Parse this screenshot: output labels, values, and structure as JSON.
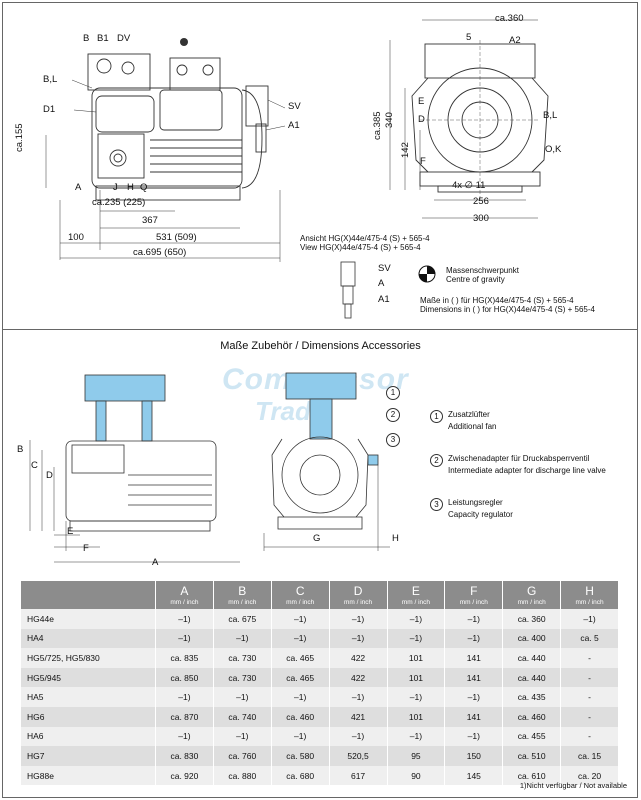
{
  "top_left_labels": {
    "B": "B",
    "B1": "B1",
    "DV": "DV",
    "BL": "B,L",
    "D1": "D1",
    "SV": "SV",
    "A1": "A1",
    "ca155": "ca.155",
    "A": "A",
    "J": "J",
    "H": "H",
    "Q": "Q",
    "dim_235": "ca.235 (225)",
    "dim_367": "367",
    "dim_100": "100",
    "dim_531": "531 (509)",
    "dim_695": "ca.695 (650)"
  },
  "top_right_labels": {
    "ca360": "ca.360",
    "five": "5",
    "A2": "A2",
    "E": "E",
    "D": "D",
    "F": "F",
    "BL": "B,L",
    "OK": "O,K",
    "ca385": "ca.385",
    "d340": "340",
    "d142": "142",
    "holes": "4x ∅ 11",
    "d256": "256",
    "d300": "300"
  },
  "view_note": {
    "de": "Ansicht HG(X)44e/475-4 (S) + 565-4",
    "en": "View HG(X)44e/475-4 (S) + 565-4"
  },
  "small_view": {
    "SV": "SV",
    "A": "A",
    "A1": "A1"
  },
  "legend": {
    "cog_de": "Massenschwerpunkt",
    "cog_en": "Centre of gravity",
    "dims_de": "Maße in ( ) für HG(X)44e/475-4 (S) + 565-4",
    "dims_en": "Dimensions in ( ) for HG(X)44e/475-4 (S) + 565-4"
  },
  "section_title": "Maße Zubehör / Dimensions Accessories",
  "watermark": {
    "line1": "Compressor",
    "line2": "Trade"
  },
  "accessory_labels": {
    "B": "B",
    "C": "C",
    "D": "D",
    "E": "E",
    "F": "F",
    "A": "A",
    "G": "G",
    "H": "H",
    "n1": "1",
    "n2": "2",
    "n3": "3"
  },
  "accessories": [
    {
      "num": "1",
      "de": "Zusatzlüfter",
      "en": "Additional fan"
    },
    {
      "num": "2",
      "de": "Zwischenadapter für Druckabsperrventil",
      "en": "Intermediate adapter for discharge line valve"
    },
    {
      "num": "3",
      "de": "Leistungsregler",
      "en": "Capacity regulator"
    }
  ],
  "table": {
    "unit": "mm / inch",
    "columns": [
      "A",
      "B",
      "C",
      "D",
      "E",
      "F",
      "G",
      "H"
    ],
    "rows": [
      {
        "model": "HG44e",
        "cells": [
          "–1)",
          "ca. 675",
          "–1)",
          "–1)",
          "–1)",
          "–1)",
          "ca. 360",
          "–1)"
        ]
      },
      {
        "model": "HA4",
        "cells": [
          "–1)",
          "–1)",
          "–1)",
          "–1)",
          "–1)",
          "–1)",
          "ca. 400",
          "ca. 5"
        ]
      },
      {
        "model": "HG5/725, HG5/830",
        "cells": [
          "ca. 835",
          "ca. 730",
          "ca. 465",
          "422",
          "101",
          "141",
          "ca. 440",
          "-"
        ]
      },
      {
        "model": "HG5/945",
        "cells": [
          "ca. 850",
          "ca. 730",
          "ca. 465",
          "422",
          "101",
          "141",
          "ca. 440",
          "-"
        ]
      },
      {
        "model": "HA5",
        "cells": [
          "–1)",
          "–1)",
          "–1)",
          "–1)",
          "–1)",
          "–1)",
          "ca. 435",
          "-"
        ]
      },
      {
        "model": "HG6",
        "cells": [
          "ca. 870",
          "ca. 740",
          "ca. 460",
          "421",
          "101",
          "141",
          "ca. 460",
          "-"
        ]
      },
      {
        "model": "HA6",
        "cells": [
          "–1)",
          "–1)",
          "–1)",
          "–1)",
          "–1)",
          "–1)",
          "ca. 455",
          "-"
        ]
      },
      {
        "model": "HG7",
        "cells": [
          "ca. 830",
          "ca. 760",
          "ca. 580",
          "520,5",
          "95",
          "150",
          "ca. 510",
          "ca. 15"
        ]
      },
      {
        "model": "HG88e",
        "cells": [
          "ca. 920",
          "ca. 880",
          "ca. 680",
          "617",
          "90",
          "145",
          "ca. 610",
          "ca. 20"
        ]
      }
    ],
    "footnote": "1)Nicht verfügbar / Not available"
  },
  "colors": {
    "accessory_highlight": "#8fcbeb",
    "table_header": "#8c8c8c"
  }
}
